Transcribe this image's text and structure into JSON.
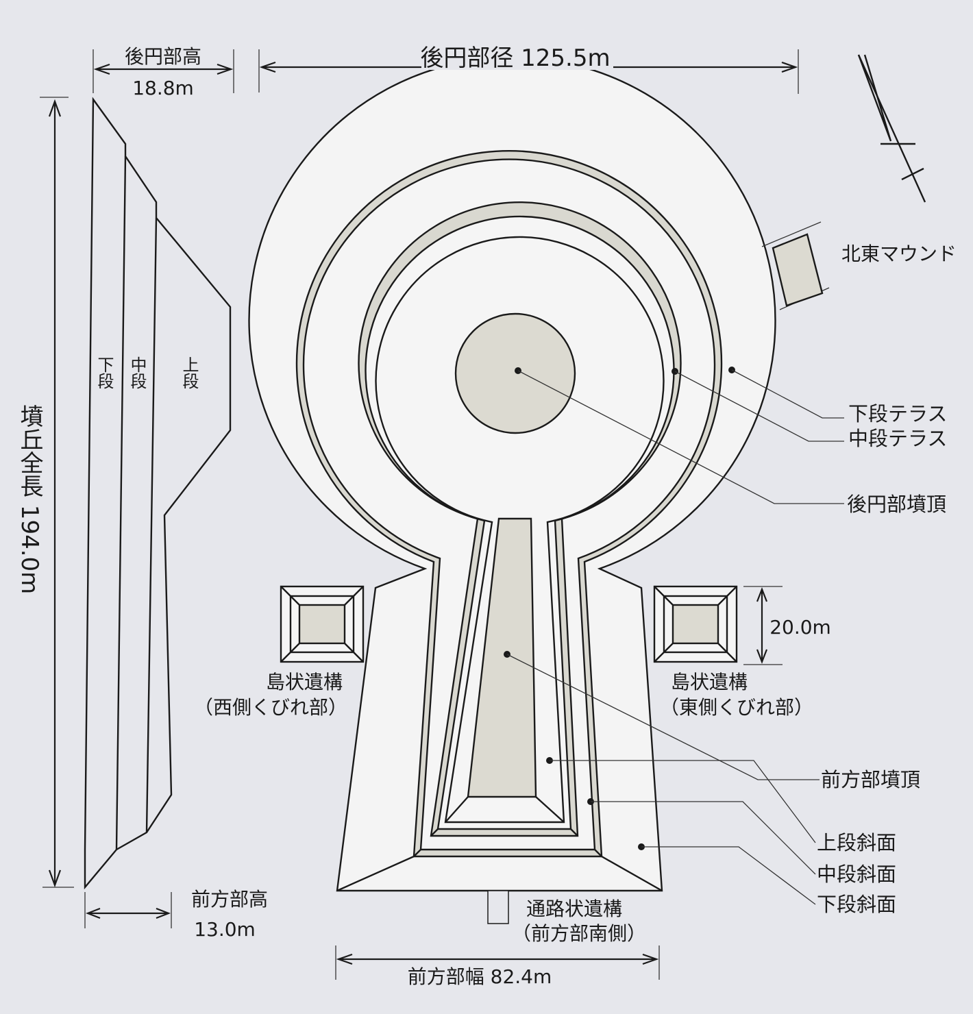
{
  "colors": {
    "background": "#e6e7ec",
    "mound_fill": "#f4f4f4",
    "terrace_fill": "#d9d8d0",
    "summit_fill": "#dcdad1",
    "line": "#1a1a1a"
  },
  "dimensions": {
    "rear_height": {
      "title": "後円部高",
      "value": "18.8m"
    },
    "rear_diameter": "後円部径 125.5m",
    "total_length": "墳丘全長 194.0m",
    "front_height": {
      "title": "前方部高",
      "value": "13.0m"
    },
    "front_width": "前方部幅 82.4m",
    "island_size": "20.0m"
  },
  "profile": {
    "lower": "下段",
    "middle": "中段",
    "upper": "上段"
  },
  "features": {
    "ne_mound": "北東マウンド",
    "west_island": {
      "name": "島状遺構",
      "note": "（西側くびれ部）"
    },
    "east_island": {
      "name": "島状遺構",
      "note": "（東側くびれ部）"
    },
    "road": {
      "name": "通路状遺構",
      "note": "（前方部南側）"
    }
  },
  "callouts": {
    "lower_terrace": "下段テラス",
    "middle_terrace": "中段テラス",
    "rear_summit": "後円部墳頂",
    "front_summit": "前方部墳頂",
    "upper_slope": "上段斜面",
    "middle_slope": "中段斜面",
    "lower_slope": "下段斜面"
  }
}
